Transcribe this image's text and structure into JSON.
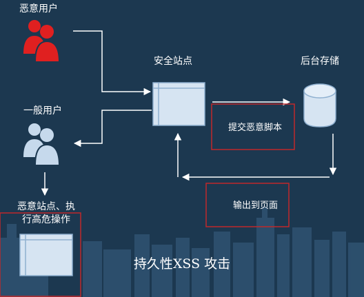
{
  "nodes": {
    "malicious_user": "恶意用户",
    "normal_user": "一般用户",
    "secure_site": "安全站点",
    "backend_storage": "后台存储",
    "malicious_site": "恶意站点、执\n行高危操作"
  },
  "edge_labels": {
    "submit_script": "提交恶意脚本",
    "output_to_page": "输出到页面"
  },
  "caption": "持久性XSS 攻击",
  "colors": {
    "background": "#1c3850",
    "skyline": "#2f5371",
    "malicious_user_icon": "#e02020",
    "normal_user_icon": "#c6d9ec",
    "box_fill": "#d6e4f2",
    "box_border": "#8fb0d0",
    "arrow": "#ffffff",
    "highlight_border": "#c0282a"
  },
  "icons": {
    "malicious_user": "users-icon",
    "normal_user": "users-icon",
    "secure_site": "window-icon",
    "malicious_site": "window-icon",
    "backend_storage": "database-icon"
  }
}
